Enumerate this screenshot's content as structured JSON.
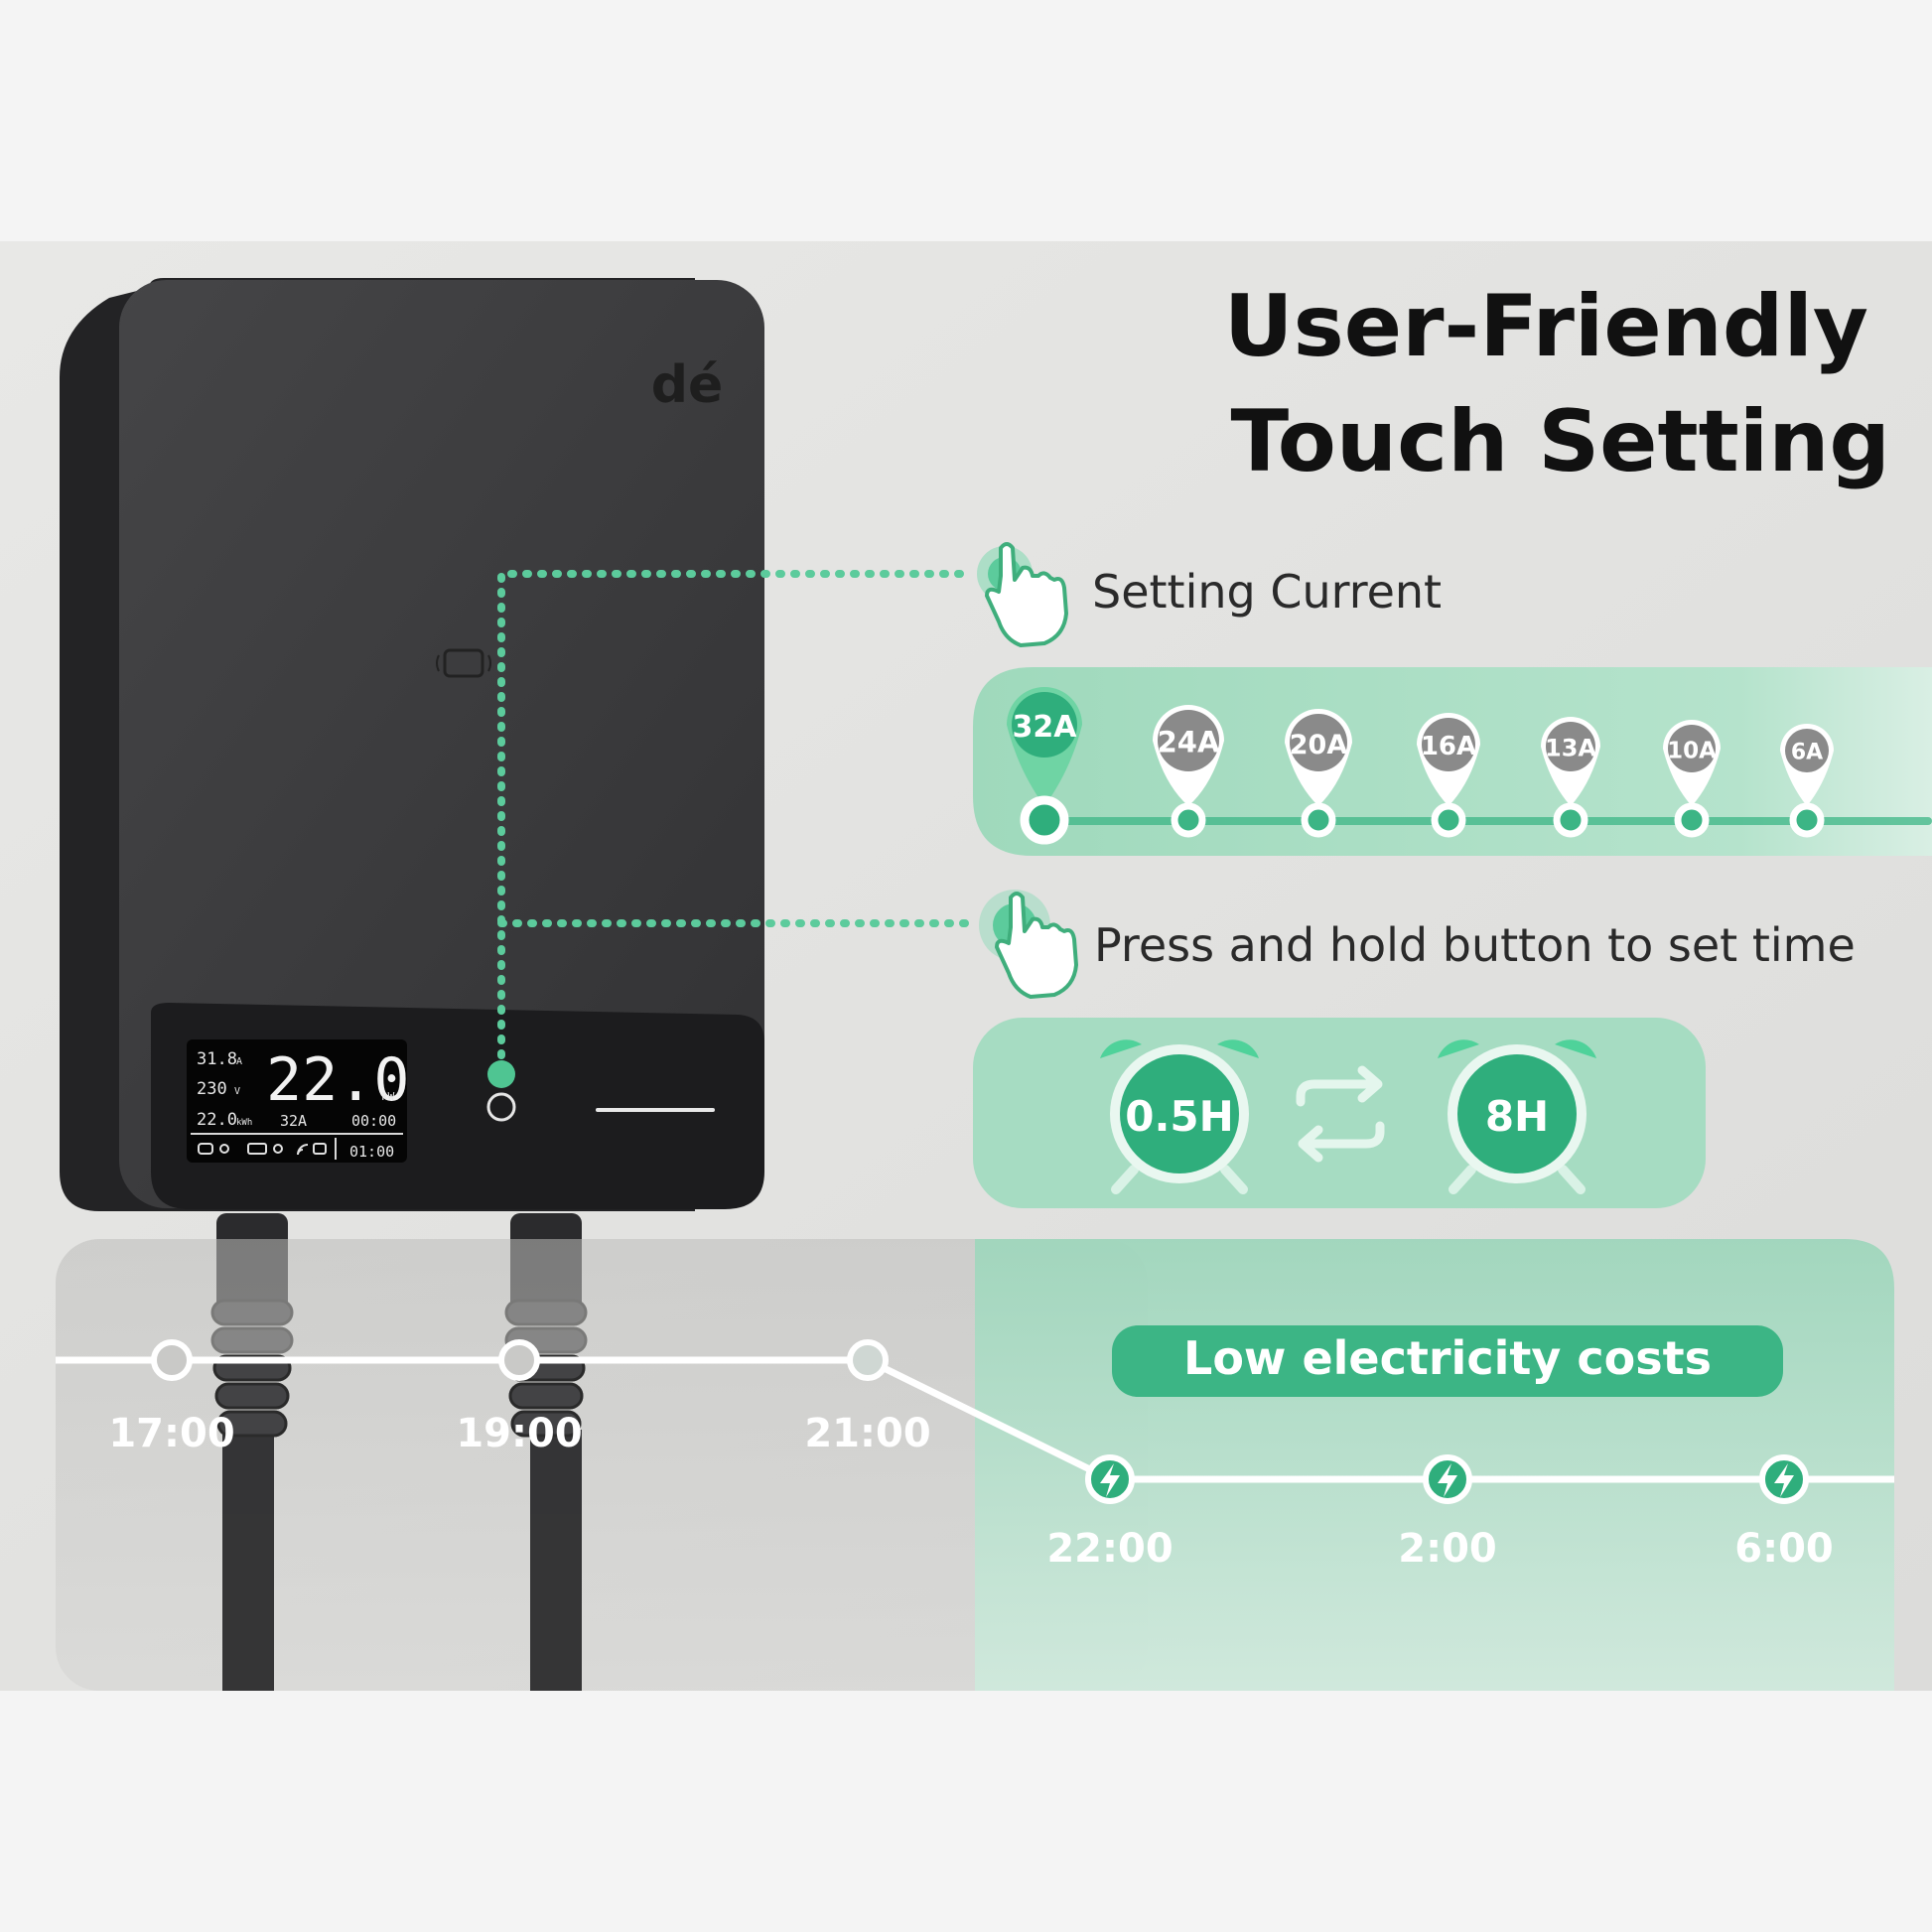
{
  "title": {
    "line1": "User-Friendly",
    "line2": "Touch Setting"
  },
  "brand_logo": "dé",
  "setting_current": {
    "label": "Setting Current",
    "options": [
      "32A",
      "24A",
      "20A",
      "16A",
      "13A",
      "10A",
      "6A"
    ],
    "selected": "32A"
  },
  "set_time": {
    "label": "Press and hold button to set time",
    "options": [
      "0.5H",
      "8H"
    ]
  },
  "lcd": {
    "current": "31.8",
    "current_unit": "A",
    "voltage": "230",
    "voltage_unit": "V",
    "power": "22.0",
    "power_unit": "kW",
    "energy": "22.0",
    "energy_unit": "kWh",
    "set_current": "32A",
    "timer": "00:00",
    "clock": "01:00"
  },
  "timeline": {
    "banner": "Low electricity costs",
    "normal_times": [
      "17:00",
      "19:00",
      "21:00"
    ],
    "low_cost_times": [
      "22:00",
      "2:00",
      "6:00"
    ]
  },
  "colors": {
    "accent_green": "#2fae7c",
    "panel_green": "#a6dcc2",
    "charger_body": "#3a3a3c",
    "marker_grey": "#8a8a8a"
  },
  "icons": [
    "hand-tap-icon",
    "alarm-clock-icon",
    "swap-arrows-icon",
    "lightning-icon",
    "card-reader-icon"
  ]
}
